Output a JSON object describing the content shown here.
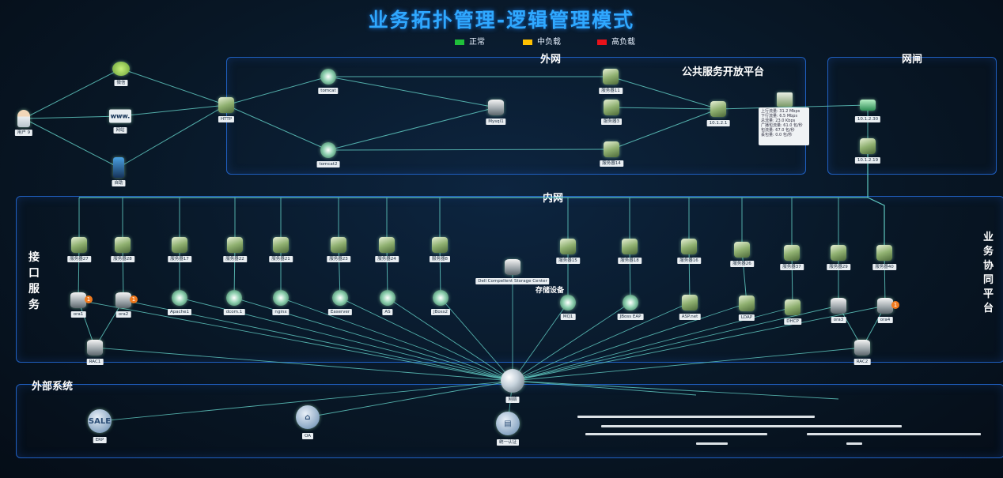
{
  "title": "业务拓扑管理-逻辑管理模式",
  "legend": [
    {
      "label": "正常",
      "color": "#1fbf3a"
    },
    {
      "label": "中负载",
      "color": "#ffc000"
    },
    {
      "label": "高负载",
      "color": "#e8121a"
    }
  ],
  "zones": {
    "outer": "外网",
    "public_platform": "公共服务开放平台",
    "gateway": "网闸",
    "inner": "内网",
    "interface": "接口服务",
    "collab": "业务协同平台",
    "external": "外部系统",
    "storage": "存储设备"
  },
  "stats": {
    "lines": [
      "上行流量: 31.2 Mbps",
      "下行流量: 6.5 Mbps",
      "总流量: 23.0 Kbps",
      "广播包流量: 61.0 包/秒",
      "包流量: 67.0 包/秒",
      "丢包量: 0.0 包/秒"
    ]
  },
  "nodes": [
    {
      "id": "user",
      "label": "用户 9",
      "icon": "person-icon",
      "type": "person"
    },
    {
      "id": "wechat",
      "label": "微信",
      "icon": "wechat-icon",
      "type": "chat"
    },
    {
      "id": "web",
      "label": "网站",
      "icon": "website-icon",
      "type": "monitor",
      "glyph": "www."
    },
    {
      "id": "kiosk",
      "label": "自助",
      "icon": "kiosk-icon",
      "type": "kiosk"
    },
    {
      "id": "http",
      "label": "HTTP",
      "icon": "http-icon",
      "type": "box"
    },
    {
      "id": "tomcat",
      "label": "tomcat",
      "icon": "tomcat-icon",
      "type": "gear"
    },
    {
      "id": "tomcat2",
      "label": "tomcat2",
      "icon": "tomcat-icon",
      "type": "gear"
    },
    {
      "id": "mysql",
      "label": "Mysql1",
      "icon": "mysql-icon",
      "type": "db"
    },
    {
      "id": "srv11",
      "label": "服务器11",
      "icon": "server-icon",
      "type": "box"
    },
    {
      "id": "srv3",
      "label": "服务器3",
      "icon": "server-icon",
      "type": "box"
    },
    {
      "id": "srv14",
      "label": "服务器14",
      "icon": "server-icon",
      "type": "box"
    },
    {
      "id": "ip101",
      "label": "10.1.2.1",
      "icon": "router-icon",
      "type": "box"
    },
    {
      "id": "stats",
      "label": "",
      "icon": "stats-icon",
      "type": "stats"
    },
    {
      "id": "ip1030",
      "label": "10.1.2.30",
      "icon": "switch-icon",
      "type": "switch"
    },
    {
      "id": "ip1019",
      "label": "10.1.2.19",
      "icon": "router-icon",
      "type": "box"
    },
    {
      "id": "srv27",
      "label": "服务器27",
      "icon": "server-icon",
      "type": "box"
    },
    {
      "id": "srv28",
      "label": "服务器28",
      "icon": "server-icon",
      "type": "box"
    },
    {
      "id": "srv17",
      "label": "服务器17",
      "icon": "server-icon",
      "type": "box"
    },
    {
      "id": "srv22",
      "label": "服务器22",
      "icon": "server-icon",
      "type": "box"
    },
    {
      "id": "srv21",
      "label": "服务器21",
      "icon": "server-icon",
      "type": "box"
    },
    {
      "id": "srv23",
      "label": "服务器23",
      "icon": "server-icon",
      "type": "box"
    },
    {
      "id": "srv24",
      "label": "服务器24",
      "icon": "server-icon",
      "type": "box"
    },
    {
      "id": "srv8",
      "label": "服务器8",
      "icon": "server-icon",
      "type": "box"
    },
    {
      "id": "dell",
      "label": "Dell Compellent Storage Center",
      "icon": "storage-icon",
      "type": "db"
    },
    {
      "id": "srv15",
      "label": "服务器15",
      "icon": "server-icon",
      "type": "box"
    },
    {
      "id": "srv18",
      "label": "服务器18",
      "icon": "server-icon",
      "type": "box"
    },
    {
      "id": "srv16",
      "label": "服务器16",
      "icon": "server-icon",
      "type": "box"
    },
    {
      "id": "srv26",
      "label": "服务器26",
      "icon": "server-icon",
      "type": "box"
    },
    {
      "id": "srv37",
      "label": "服务器37",
      "icon": "server-icon",
      "type": "box"
    },
    {
      "id": "srv29",
      "label": "服务器29",
      "icon": "server-icon",
      "type": "box"
    },
    {
      "id": "srv40",
      "label": "服务器40",
      "icon": "server-icon",
      "type": "box"
    },
    {
      "id": "ora1",
      "label": "ora1",
      "icon": "oracle-db-icon",
      "type": "db",
      "badge": "1"
    },
    {
      "id": "ora2",
      "label": "ora2",
      "icon": "oracle-db-icon",
      "type": "db",
      "badge": "1"
    },
    {
      "id": "apache",
      "label": "Apache1",
      "icon": "apache-icon",
      "type": "gear"
    },
    {
      "id": "dcom",
      "label": "dcom.1",
      "icon": "service-icon",
      "type": "gear"
    },
    {
      "id": "nginx",
      "label": "nginx",
      "icon": "nginx-icon",
      "type": "gear"
    },
    {
      "id": "easerver",
      "label": "Easerver",
      "icon": "easerver-icon",
      "type": "gear"
    },
    {
      "id": "as",
      "label": "AS",
      "icon": "as-icon",
      "type": "gear"
    },
    {
      "id": "jboss2",
      "label": "JBoss2",
      "icon": "jboss-icon",
      "type": "gear"
    },
    {
      "id": "mq1",
      "label": "MQ1",
      "icon": "mq-icon",
      "type": "gear"
    },
    {
      "id": "jbosseap",
      "label": "JBoss EAP",
      "icon": "jboss-icon",
      "type": "gear"
    },
    {
      "id": "asp",
      "label": "ASP.net",
      "icon": "aspnet-icon",
      "type": "box"
    },
    {
      "id": "ldap",
      "label": "LDAP",
      "icon": "ldap-icon",
      "type": "box"
    },
    {
      "id": "dhcp",
      "label": "DHCP",
      "icon": "dhcp-icon",
      "type": "box"
    },
    {
      "id": "ora3",
      "label": "ora3",
      "icon": "oracle-db-icon",
      "type": "db"
    },
    {
      "id": "ora4",
      "label": "ora4",
      "icon": "oracle-db-icon",
      "type": "db",
      "badge": "1"
    },
    {
      "id": "rac1",
      "label": "RAC1",
      "icon": "rac-icon",
      "type": "db"
    },
    {
      "id": "rac2",
      "label": "RAC2",
      "icon": "rac-icon",
      "type": "db"
    },
    {
      "id": "core",
      "label": "网络",
      "icon": "globe-icon",
      "type": "globe"
    },
    {
      "id": "erp",
      "label": "ERP",
      "icon": "erp-icon",
      "type": "round",
      "glyph": "SALE"
    },
    {
      "id": "oa",
      "label": "OA",
      "icon": "home-icon",
      "type": "round",
      "glyph": "⌂"
    },
    {
      "id": "auth",
      "label": "统一认证",
      "icon": "auth-icon",
      "type": "round",
      "glyph": "▤"
    }
  ]
}
